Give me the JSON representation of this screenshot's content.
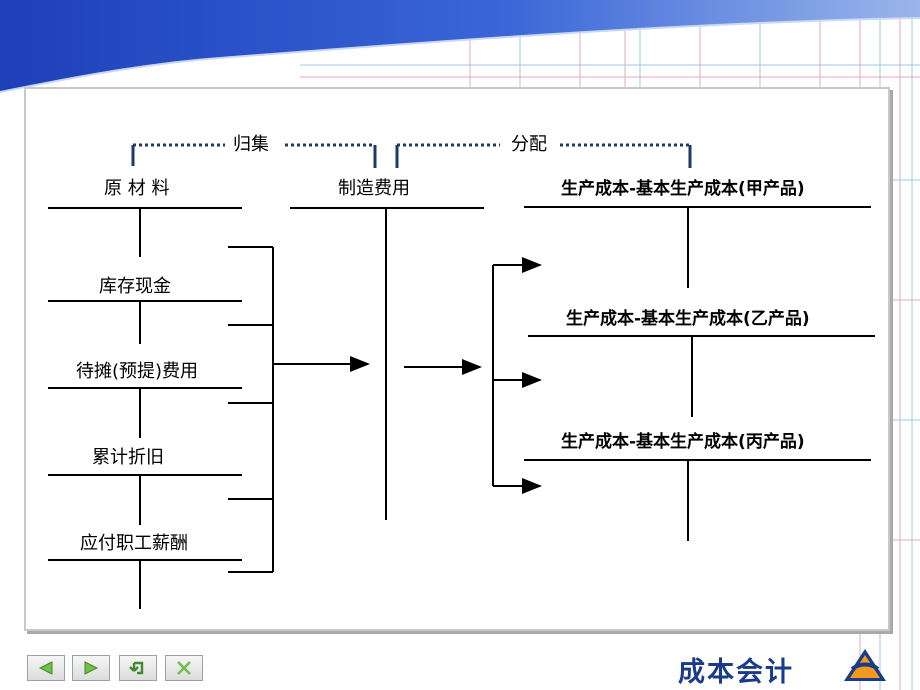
{
  "flow": {
    "collect_label": "归集",
    "allocate_label": "分配"
  },
  "source_accounts": [
    "原 材 料",
    "库存现金",
    "待摊(预提)费用",
    "累计折旧",
    "应付职工薪酬"
  ],
  "middle_account": "制造费用",
  "target_accounts": [
    "生产成本-基本生产成本(甲产品)",
    "生产成本-基本生产成本(乙产品)",
    "生产成本-基本生产成本(丙产品)"
  ],
  "footer": {
    "brand_text": "成本会计",
    "nav_buttons": [
      "prev-icon",
      "next-icon",
      "return-icon",
      "close-icon"
    ]
  },
  "colors": {
    "header_blue": "#2a4fc9",
    "bracket_blue": "#1f3a64",
    "brand_blue": "#1a3b8c",
    "grid_pink": "#e8a8b8",
    "grid_blue": "#9ec8e0"
  }
}
